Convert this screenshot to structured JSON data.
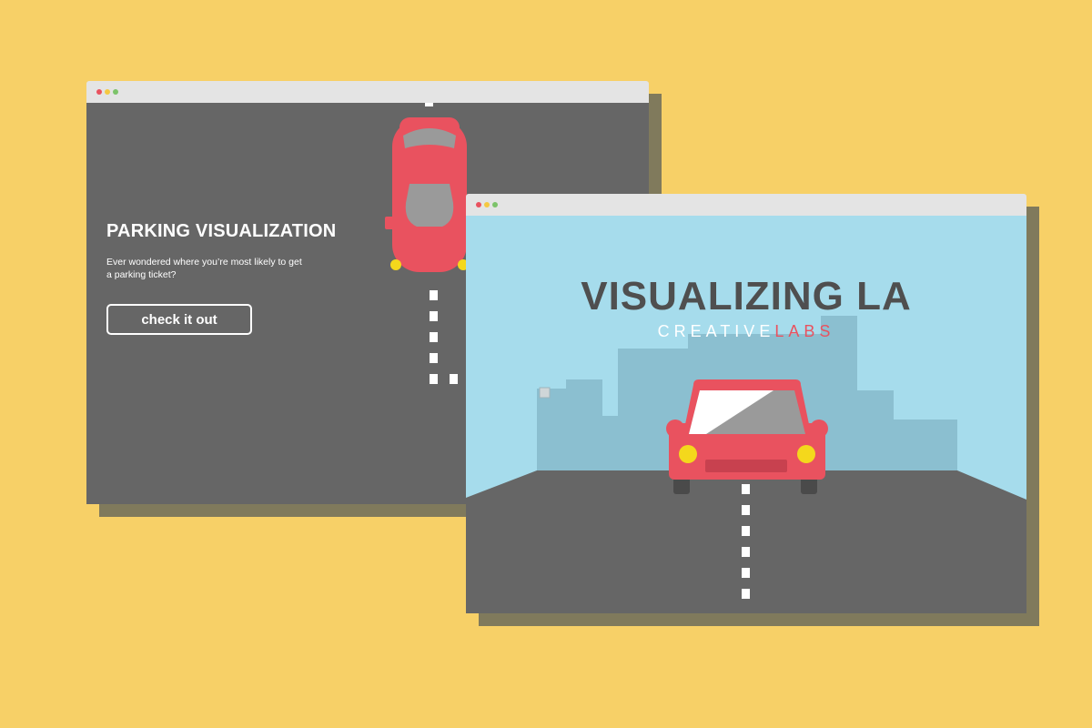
{
  "parking_window": {
    "title": "PARKING VISUALIZATION",
    "subtitle": "Ever wondered where you’re most likely to get a parking ticket?",
    "cta_label": "check it out"
  },
  "visualizing_window": {
    "title": "VISUALIZING LA",
    "brand_part1": "CREATIVE",
    "brand_part2": "LABS"
  },
  "colors": {
    "background": "#f7d067",
    "dark_panel": "#666666",
    "sky": "#a6dcec",
    "skyline": "#8bbfd0",
    "car": "#e9525f",
    "headlight": "#f4d81c",
    "text_dark": "#4f4f4f"
  }
}
